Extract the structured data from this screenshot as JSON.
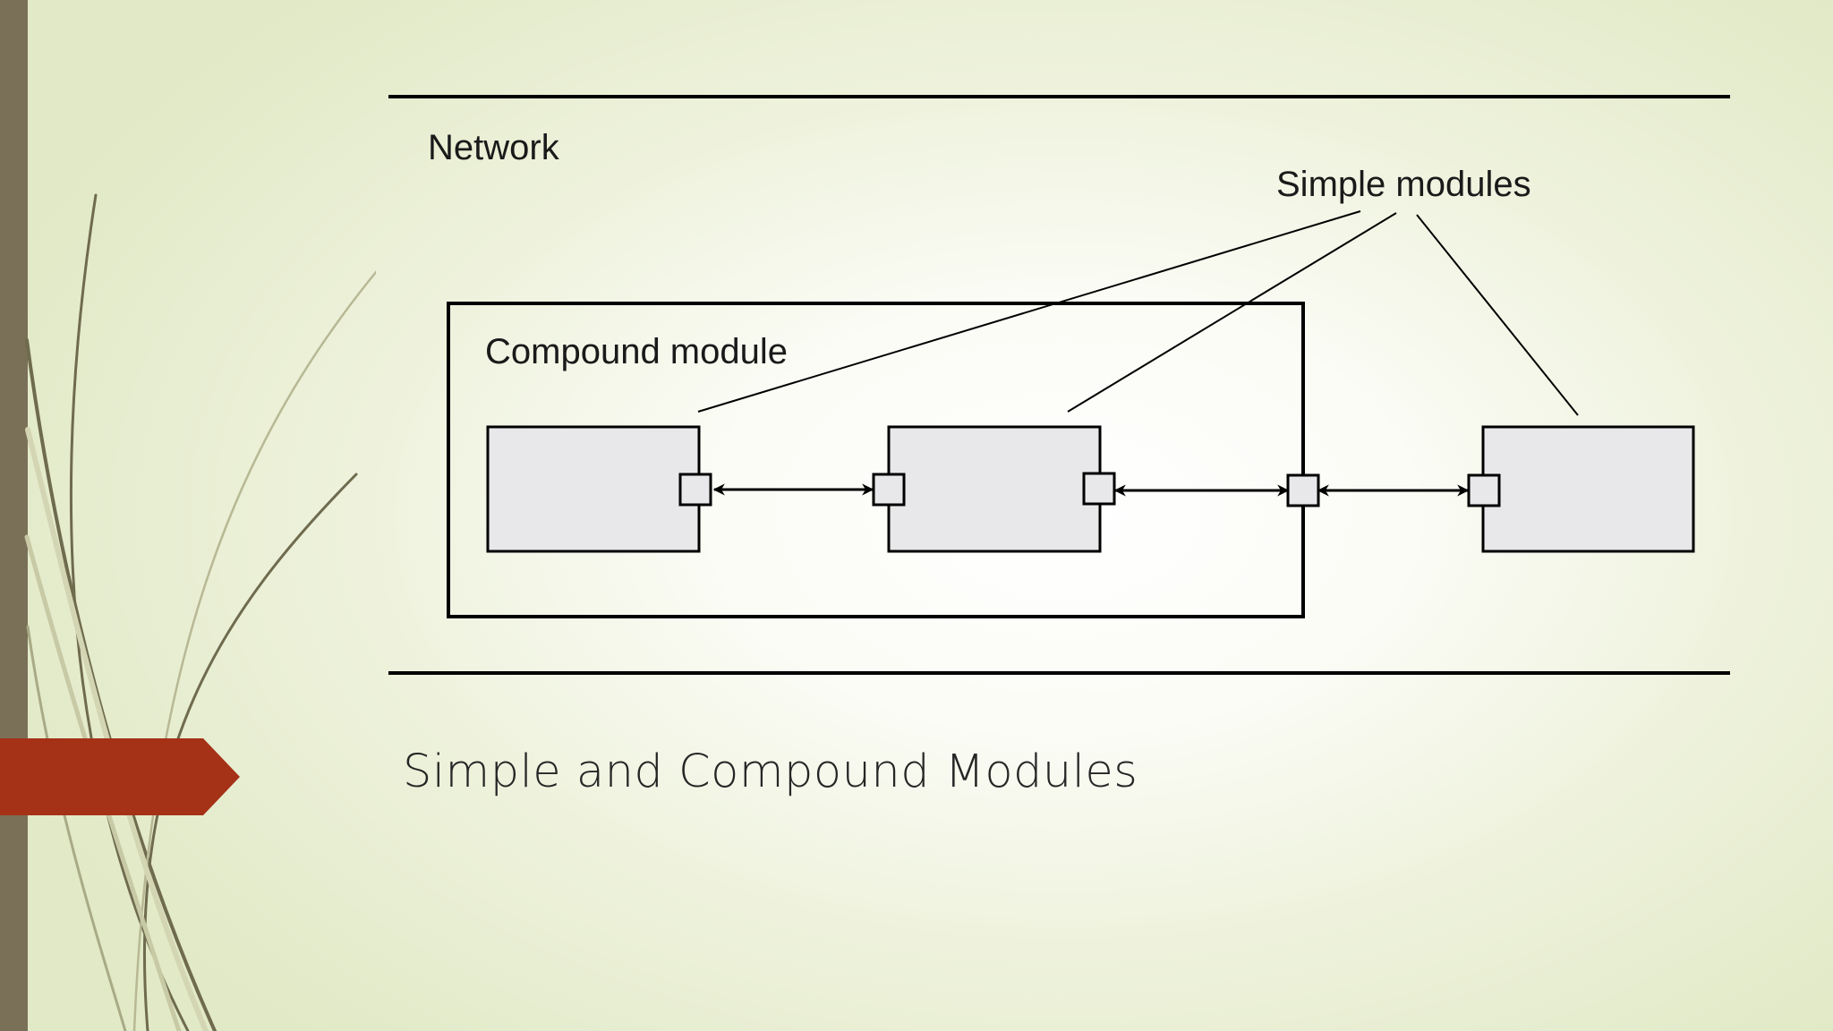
{
  "slide": {
    "title": "Simple and Compound Modules",
    "accent_color": "#a53117",
    "sidebar_color": "#7a7058"
  },
  "diagram": {
    "network_label": "Network",
    "compound_module_label": "Compound module",
    "simple_modules_label": "Simple modules",
    "simple_module_count": 3,
    "box_fill": "#e8e8ea"
  }
}
